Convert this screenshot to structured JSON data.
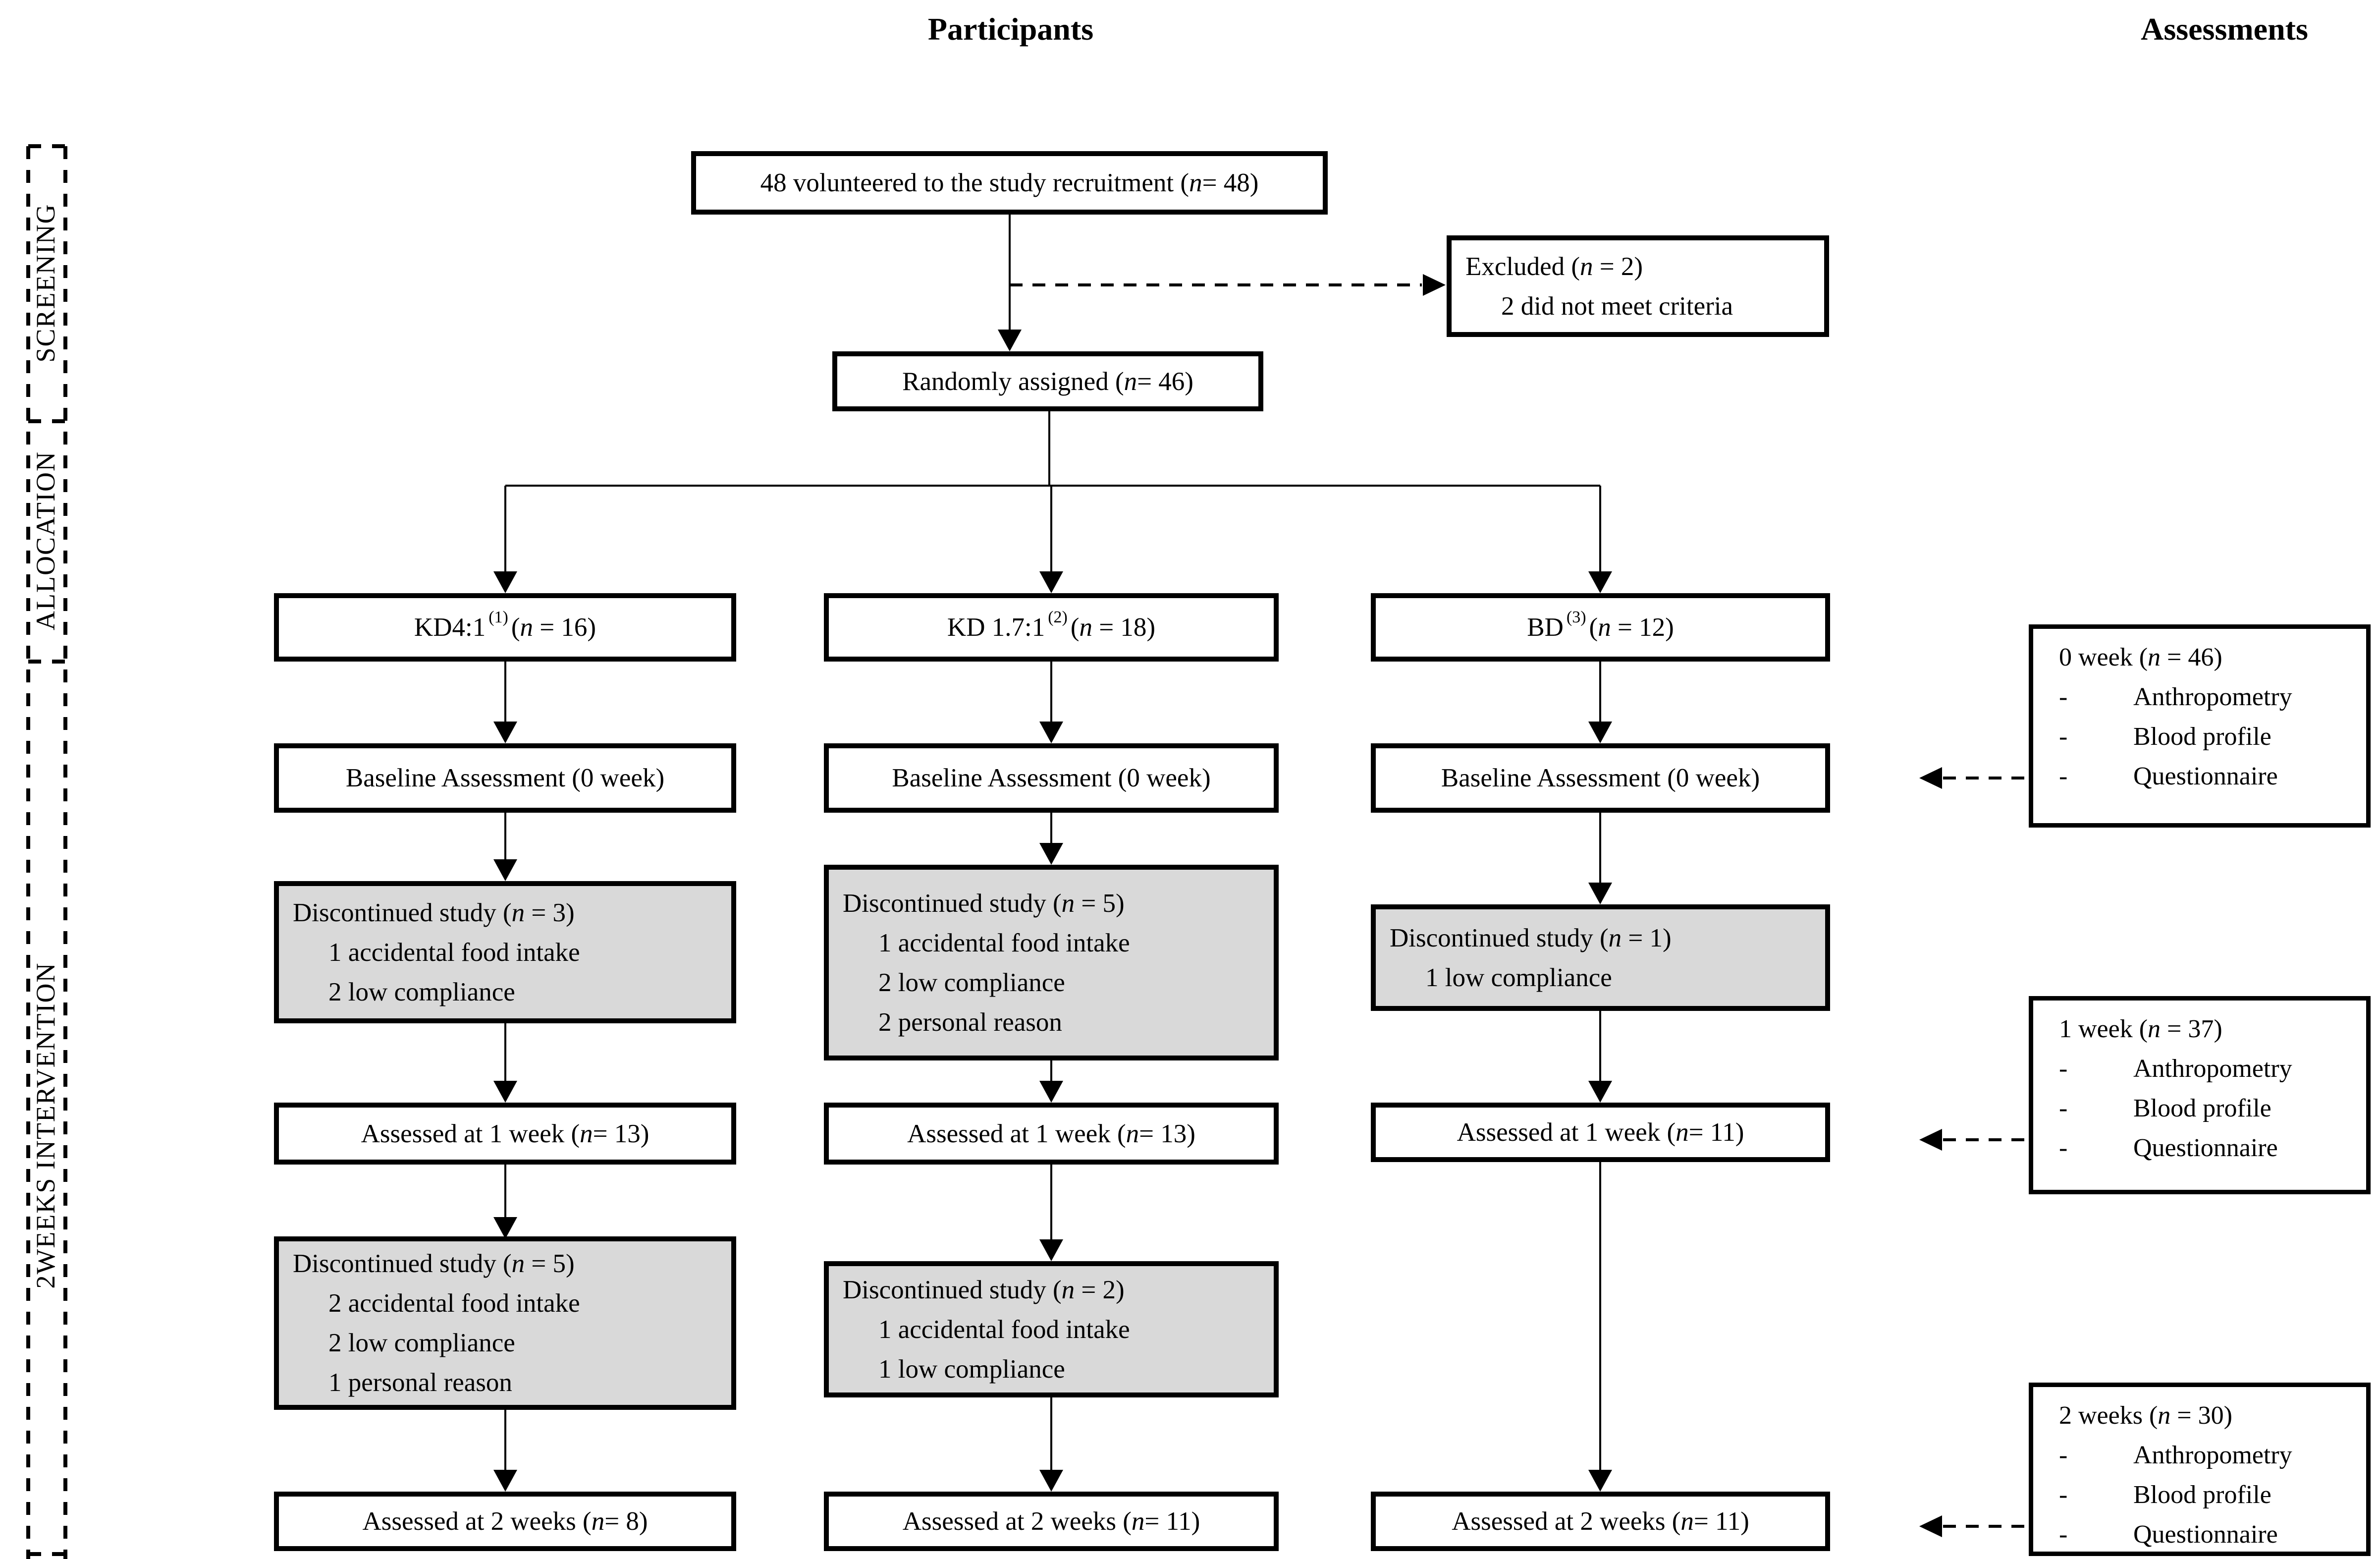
{
  "headers": {
    "participants": "Participants",
    "assessments": "Assessments"
  },
  "colors": {
    "discontinued_box_fill": "#d9d9d9",
    "line": "#000000"
  },
  "side_labels": {
    "screening": "SCREENING",
    "allocation": "ALLOCATION",
    "intervention": "2WEEKS INTERVENTION"
  },
  "flow": {
    "recruited": "48 volunteered to the study recruitment (n = 48)",
    "excluded": {
      "title": "Excluded (n = 2)",
      "reason": "2 did not meet criteria"
    },
    "randomized": "Randomly assigned (n = 46)",
    "groups": {
      "kd41": {
        "name": "KD4:1",
        "sup": "(1)",
        "n": "(n = 16)"
      },
      "kd171": {
        "name": "KD 1.7:1",
        "sup": "(2)",
        "n": "(n = 18)"
      },
      "bd": {
        "name": "BD",
        "sup": "(3)",
        "n": "(n = 12)"
      }
    },
    "baseline": "Baseline Assessment (0 week)",
    "disc1": {
      "kd41": {
        "title": "Discontinued study (n = 3)",
        "lines": [
          "1 accidental food intake",
          "2 low compliance"
        ]
      },
      "kd171": {
        "title": "Discontinued study (n = 5)",
        "lines": [
          "1 accidental food intake",
          "2 low compliance",
          "2 personal reason"
        ]
      },
      "bd": {
        "title": "Discontinued study (n = 1)",
        "lines": [
          "1 low compliance"
        ]
      }
    },
    "week1": {
      "kd41": "Assessed at 1 week (n = 13)",
      "kd171": "Assessed at 1 week (n = 13)",
      "bd": "Assessed at 1 week (n = 11)"
    },
    "disc2": {
      "kd41": {
        "title": "Discontinued study (n = 5)",
        "lines": [
          "2 accidental food intake",
          "2 low compliance",
          "1 personal reason"
        ]
      },
      "kd171": {
        "title": "Discontinued study (n = 2)",
        "lines": [
          "1 accidental food intake",
          "1 low compliance"
        ]
      }
    },
    "week2": {
      "kd41": "Assessed at 2 weeks (n = 8)",
      "kd171": "Assessed at 2 weeks (n = 11)",
      "bd": "Assessed at 2 weeks (n = 11)"
    }
  },
  "assessments_boxes": [
    {
      "title": "0 week (n = 46)",
      "bullet": "-",
      "items": [
        "Anthropometry",
        "Blood profile",
        "Questionnaire"
      ]
    },
    {
      "title": "1 week (n = 37)",
      "bullet": "-",
      "items": [
        "Anthropometry",
        "Blood profile",
        "Questionnaire"
      ]
    },
    {
      "title": "2 weeks (n = 30)",
      "bullet": "-",
      "items": [
        "Anthropometry",
        "Blood profile",
        "Questionnaire"
      ]
    }
  ]
}
